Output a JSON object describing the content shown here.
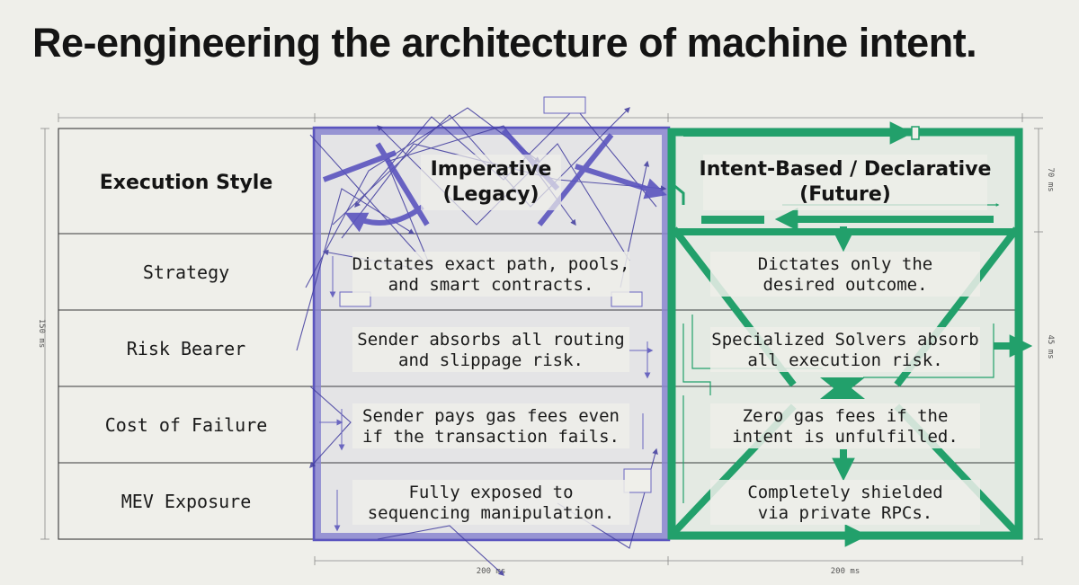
{
  "title": "Re-engineering the architecture of machine intent.",
  "colors": {
    "background": "#efefea",
    "imperative_accent": "#5b55bf",
    "imperative_fill": "#8a86cf",
    "declarative_accent": "#22a06b",
    "text": "#1a1a1a"
  },
  "table": {
    "corner_label": "Execution Style",
    "columns": [
      {
        "line1": "Imperative",
        "line2": "(Legacy)"
      },
      {
        "line1": "Intent-Based / Declarative",
        "line2": "(Future)"
      }
    ],
    "rows": [
      {
        "label": "Strategy",
        "imperative": [
          "Dictates exact path, pools,",
          "and smart contracts."
        ],
        "declarative": [
          "Dictates only the",
          "desired outcome."
        ]
      },
      {
        "label": "Risk Bearer",
        "imperative": [
          "Sender absorbs all routing",
          "and slippage risk."
        ],
        "declarative": [
          "Specialized Solvers absorb",
          "all execution risk."
        ]
      },
      {
        "label": "Cost of Failure",
        "imperative": [
          "Sender pays gas fees even",
          "if the transaction fails."
        ],
        "declarative": [
          "Zero gas fees if the",
          "intent is unfulfilled."
        ]
      },
      {
        "label": "MEV Exposure",
        "imperative": [
          "Fully exposed to",
          "sequencing manipulation."
        ],
        "declarative": [
          "Completely shielded",
          "via private RPCs."
        ]
      }
    ]
  },
  "dimensions": {
    "left": "150 ms",
    "right_top": "70 ms",
    "right_bottom": "45 ms",
    "bottom_left": "200 ms",
    "bottom_right": "200 ms"
  }
}
